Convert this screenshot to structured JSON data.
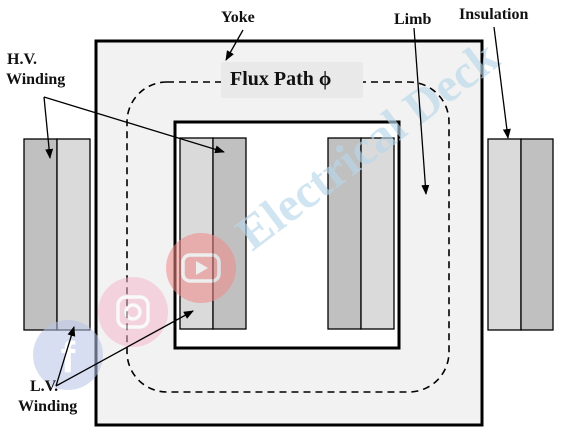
{
  "labels": {
    "yoke": "Yoke",
    "limb": "Limb",
    "insulation": "Insulation",
    "hv_line1": "H.V.",
    "hv_line2": "Winding",
    "lv_line1": "L.V.",
    "lv_line2": "Winding",
    "flux_path": "Flux Path ϕ"
  },
  "watermark": {
    "text": "Electrical Deck"
  },
  "colors": {
    "core_fill": "#f2f2f2",
    "outline": "#000000",
    "hv_winding": "#c0c0c0",
    "lv_winding": "#dadada",
    "flux_label_bg": "#e9e9e9",
    "watermark_text": "#b8d8ea",
    "watermark_red": "#f28a8a",
    "watermark_pink": "#f4b8cc",
    "watermark_blue": "#b7c4e6"
  },
  "icons": [
    "facebook-icon",
    "instagram-icon",
    "youtube-icon"
  ]
}
